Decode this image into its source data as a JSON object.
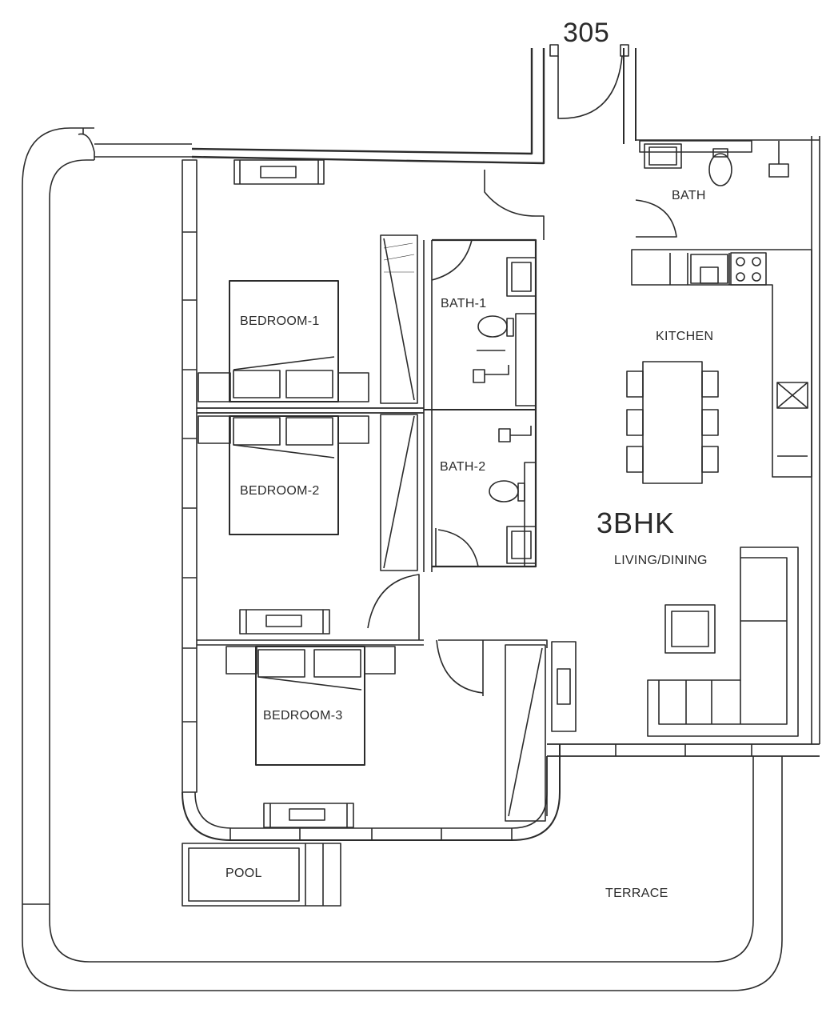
{
  "plan": {
    "unit_number": "305",
    "unit_type": "3BHK",
    "rooms": {
      "bedroom_1": "BEDROOM-1",
      "bedroom_2": "BEDROOM-2",
      "bedroom_3": "BEDROOM-3",
      "bath_1": "BATH-1",
      "bath_2": "BATH-2",
      "bath": "BATH",
      "kitchen": "KITCHEN",
      "living_dining": "LIVING/DINING",
      "pool": "POOL",
      "terrace": "TERRACE"
    },
    "colors": {
      "line": "#2b2b2b",
      "background": "#ffffff"
    }
  }
}
